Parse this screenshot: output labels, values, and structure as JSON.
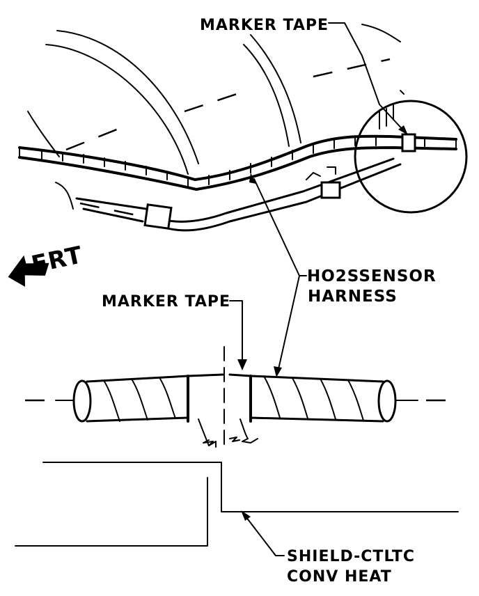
{
  "labels": {
    "marker_tape_top": "MARKER TAPE",
    "frt": "FRT",
    "ho2s_line1": "HO2SSENSOR",
    "ho2s_line2": "HARNESS",
    "marker_tape_mid": "MARKER TAPE",
    "shield_line1": "SHIELD-CTLTC",
    "shield_line2": "CONV HEAT"
  },
  "colors": {
    "ink": "#000000",
    "paper": "#ffffff"
  }
}
